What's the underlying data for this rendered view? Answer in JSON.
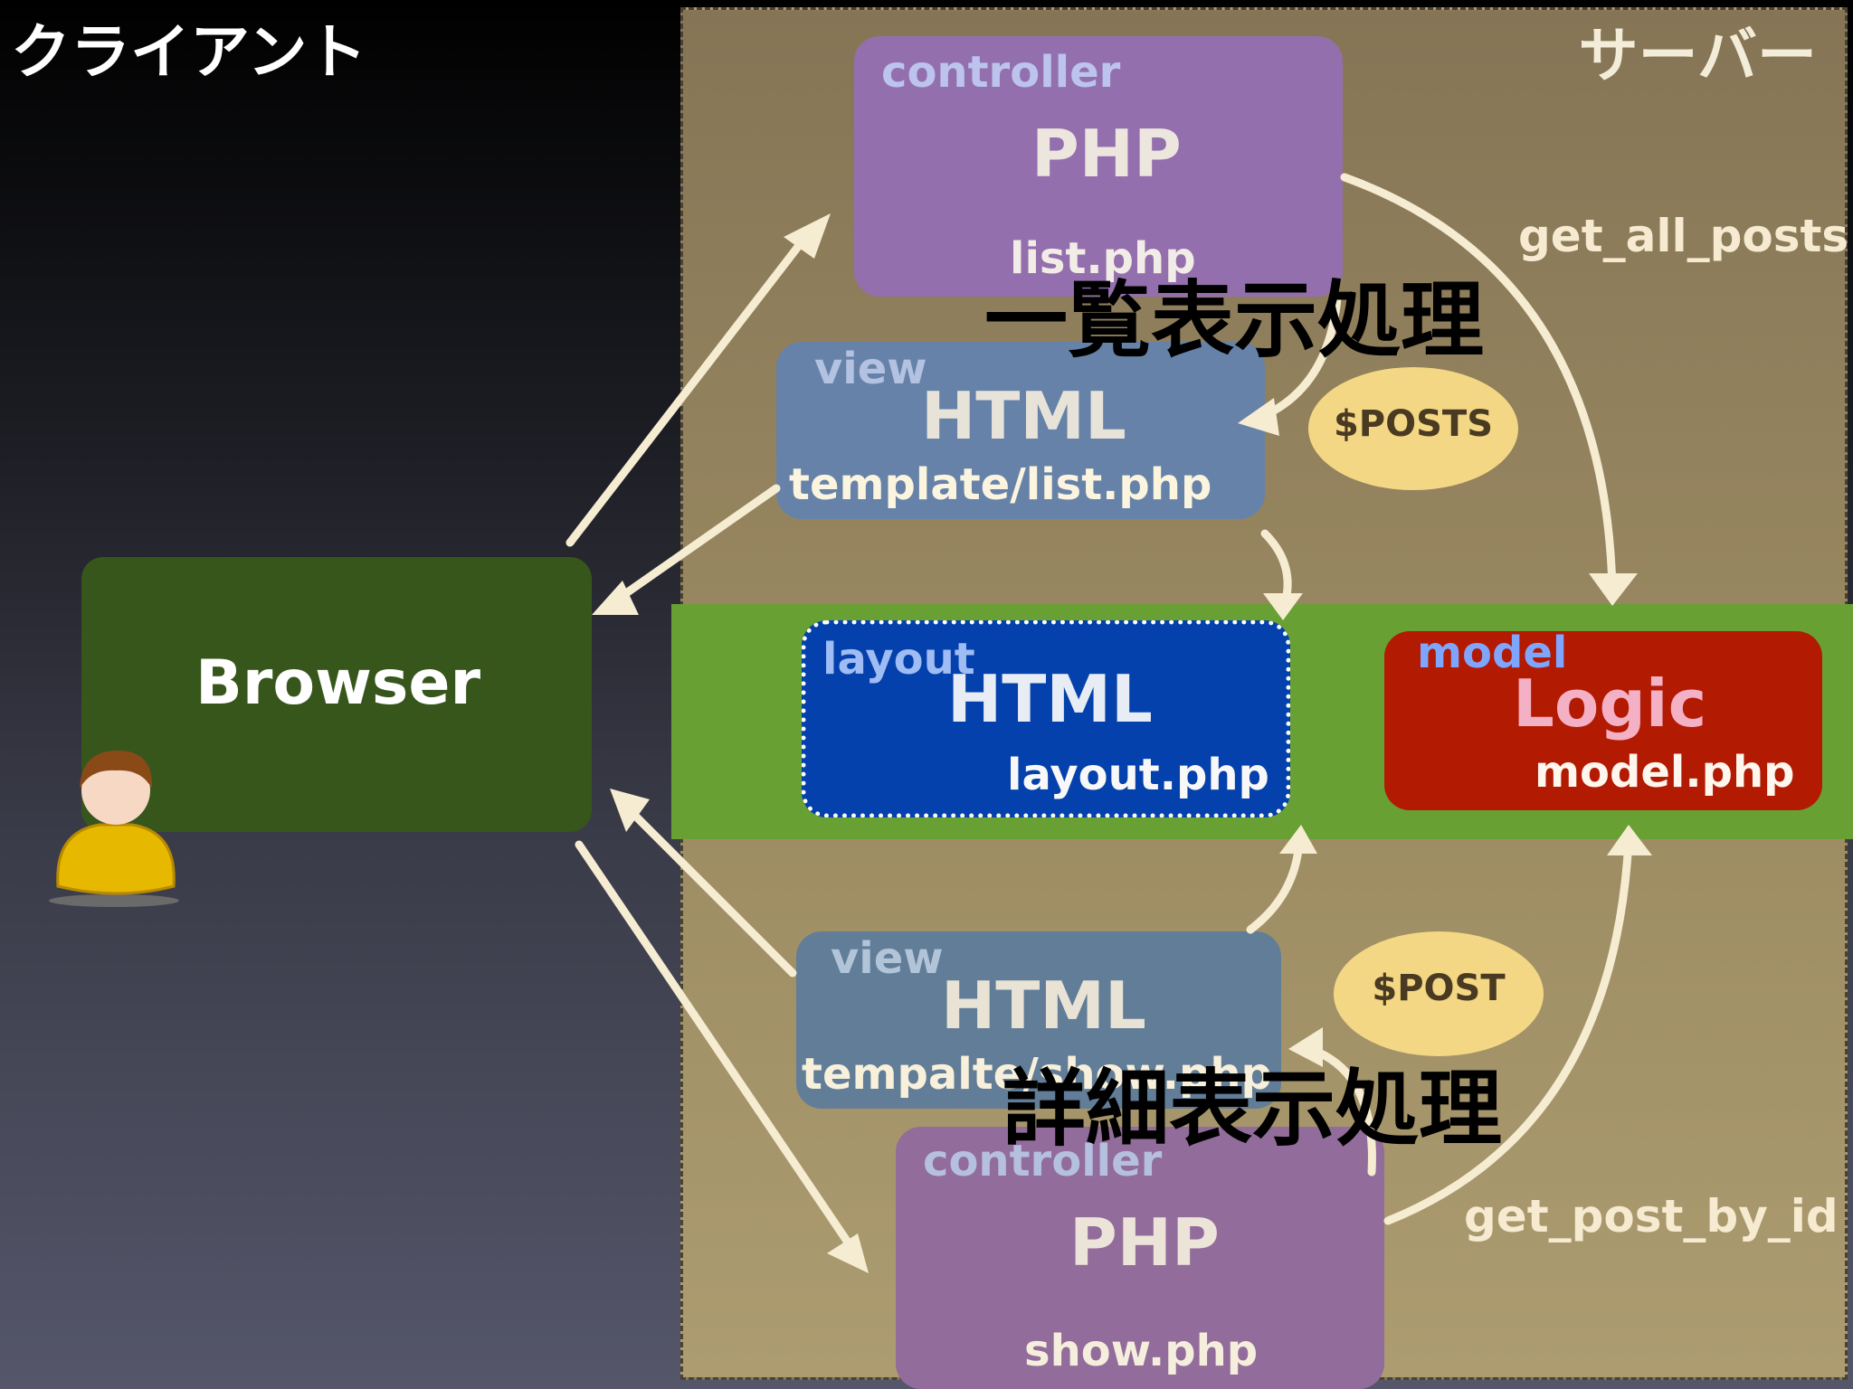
{
  "regions": {
    "client_label": "クライアント",
    "server_label": "サーバー"
  },
  "browser": {
    "label": "Browser"
  },
  "controller_top": {
    "tag": "controller",
    "title": "PHP",
    "file": "list.php"
  },
  "view_top": {
    "tag": "view",
    "title": "HTML",
    "file": "template/list.php"
  },
  "layout": {
    "tag": "layout",
    "title": "HTML",
    "file": "layout.php"
  },
  "model": {
    "tag": "model",
    "title": "Logic",
    "file": "model.php"
  },
  "view_bottom": {
    "tag": "view",
    "title": "HTML",
    "file": "tempalte/show.php"
  },
  "controller_bottom": {
    "tag": "controller",
    "title": "PHP",
    "file": "show.php"
  },
  "variables": {
    "posts": "$POSTS",
    "post": "$POST"
  },
  "functions": {
    "get_all": "get_all_posts",
    "get_by_id": "get_post_by_id"
  },
  "processes": {
    "list": "一覧表示処理",
    "detail": "詳細表示処理"
  },
  "icons": {
    "user": "user-icon"
  },
  "colors": {
    "controller": "#946fae",
    "view": "#6682a8",
    "layout": "#0441ac",
    "model": "#b21a02",
    "band": "#68a034",
    "browser": "#37561b",
    "variable": "#f3d784",
    "arrow": "#f5ecd2"
  }
}
